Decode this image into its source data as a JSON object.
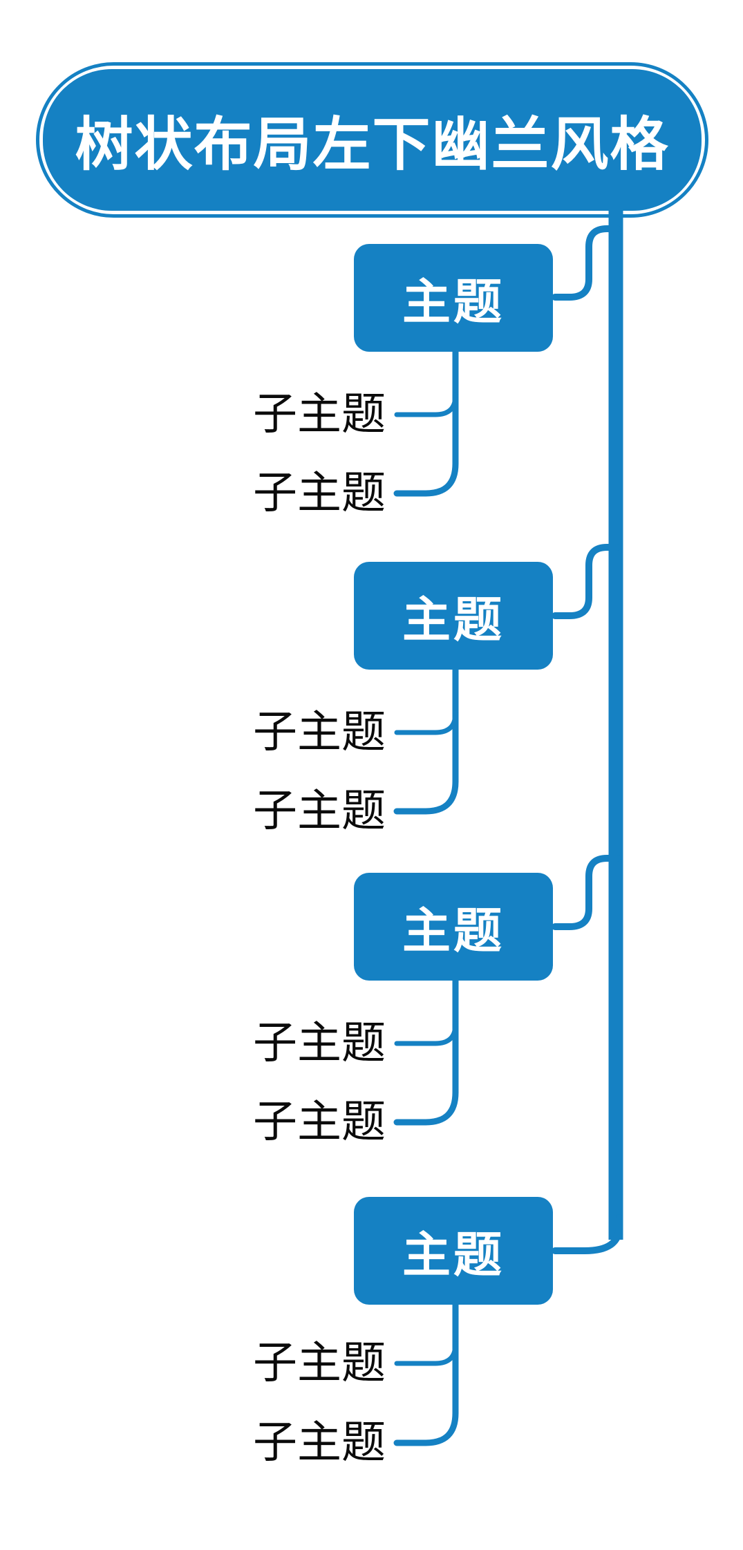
{
  "diagram": {
    "root": {
      "label": "树状布局左下幽兰风格"
    },
    "groups": [
      {
        "topic": "主题",
        "subtopics": [
          "子主题",
          "子主题"
        ]
      },
      {
        "topic": "主题",
        "subtopics": [
          "子主题",
          "子主题"
        ]
      },
      {
        "topic": "主题",
        "subtopics": [
          "子主题",
          "子主题"
        ]
      },
      {
        "topic": "主题",
        "subtopics": [
          "子主题",
          "子主题"
        ]
      }
    ],
    "colors": {
      "accent": "#1581C3",
      "node_text": "#FFFFFF",
      "subtopic_text": "#0B0B0B",
      "background": "#FFFFFF"
    }
  }
}
